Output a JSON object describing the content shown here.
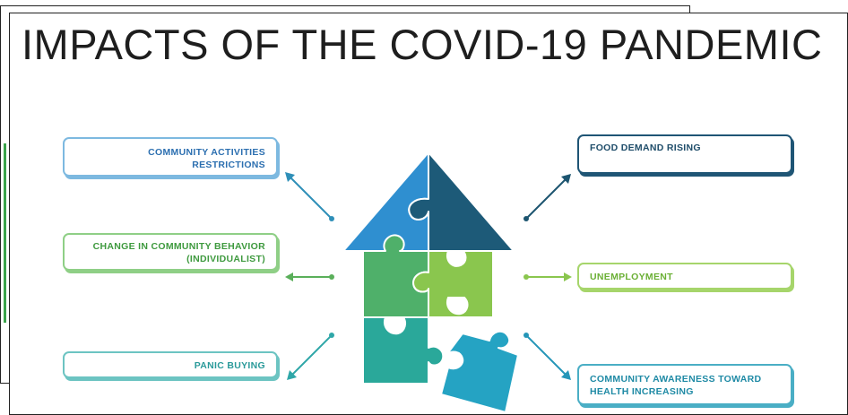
{
  "title": "IMPACTS OF THE COVID-19 PANDEMIC",
  "boxes": {
    "community_activities": {
      "line1": "COMMUNITY ACTIVITIES",
      "line2": "RESTRICTIONS"
    },
    "community_behavior": {
      "line1": "CHANGE IN COMMUNITY BEHAVIOR",
      "line2": "(INDIVIDUALIST)"
    },
    "panic_buying": {
      "line1": "PANIC BUYING"
    },
    "food_demand": {
      "line1": "FOOD DEMAND RISING"
    },
    "unemployment": {
      "line1": "UNEMPLOYMENT"
    },
    "health_awareness": {
      "line1": "COMMUNITY AWARENESS TOWARD",
      "line2": "HEALTH INCREASING"
    }
  },
  "colors": {
    "roof_left": "#2f8fd0",
    "roof_right": "#1d5a78",
    "mid_left": "#4fb06a",
    "mid_right": "#8ac64e",
    "bottom_left": "#2aa89a",
    "loose_piece": "#25a3c3"
  }
}
